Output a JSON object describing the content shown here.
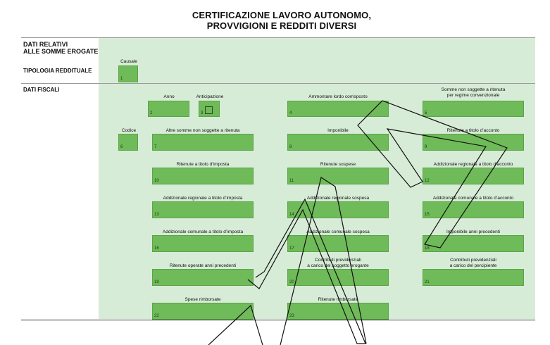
{
  "title_line1": "CERTIFICAZIONE LAVORO AUTONOMO,",
  "title_line2": "PROVVIGIONI E REDDITI DIVERSI",
  "sections": {
    "dati_relativi_l1": "DATI RELATIVI",
    "dati_relativi_l2": "ALLE SOMME EROGATE",
    "tipologia": "TIPOLOGIA REDDITUALE",
    "dati_fiscali": "DATI FISCALI"
  },
  "fields": {
    "f1": {
      "num": "1",
      "label": "Causale"
    },
    "f2": {
      "num": "2",
      "label": "Anno"
    },
    "f3": {
      "num": "3",
      "label": "Anticipazione"
    },
    "f4": {
      "num": "4",
      "label": "Ammontare lordo corrisposto"
    },
    "f5": {
      "num": "5",
      "label1": "Somme non soggette a ritenuta",
      "label2": "per regime convenzionale"
    },
    "f6": {
      "num": "6",
      "label": "Codice"
    },
    "f7": {
      "num": "7",
      "label": "Altre somme non soggette a ritenuta"
    },
    "f8": {
      "num": "8",
      "label": "Imponibile"
    },
    "f9": {
      "num": "9",
      "label": "Ritenute a titolo d’acconto"
    },
    "f10": {
      "num": "10",
      "label": "Ritenute a titolo d’imposta"
    },
    "f11": {
      "num": "11",
      "label": "Ritenute sospese"
    },
    "f12": {
      "num": "12",
      "label": "Addizionale regionale a titolo d’acconto"
    },
    "f13": {
      "num": "13",
      "label": "Addizionale regionale a titolo d’imposta"
    },
    "f14": {
      "num": "14",
      "label": "Addizionale regionale sospesa"
    },
    "f15": {
      "num": "15",
      "label": "Addizionale comunale a titolo d’acconto"
    },
    "f16": {
      "num": "16",
      "label": "Addizionale comunale a titolo d’imposta"
    },
    "f17": {
      "num": "17",
      "label": "Addizionale comunale sospesa"
    },
    "f18": {
      "num": "18",
      "label": "Imponibile anni precedenti"
    },
    "f19": {
      "num": "19",
      "label": "Ritenute operate anni precedenti"
    },
    "f20": {
      "num": "20",
      "label1": "Contributi previdenziali",
      "label2": "a carico del soggetto erogante"
    },
    "f21": {
      "num": "21",
      "label1": "Contributi previdenziali",
      "label2": "a carico del percipiente"
    },
    "f22": {
      "num": "22",
      "label": "Spese rimborsate"
    },
    "f23": {
      "num": "23",
      "label": "Ritenute rimborsate"
    }
  },
  "colors": {
    "panel": "#d7ecd7",
    "field": "#6fba59",
    "stamp": "#111111"
  }
}
